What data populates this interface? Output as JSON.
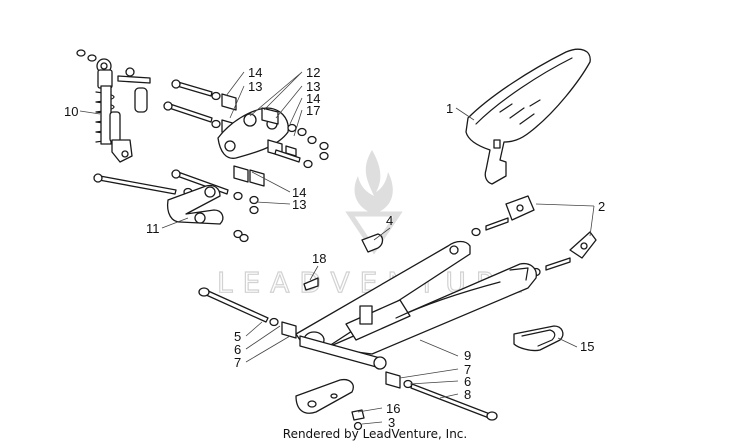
{
  "diagram": {
    "watermark_text": "LEADVENTURE",
    "footer": "Rendered by LeadVenture, Inc.",
    "colors": {
      "line": "#1a1a1a",
      "leader": "#444444",
      "watermark": "#d9d9d9"
    },
    "callouts": [
      {
        "id": "c-10",
        "label": "10"
      },
      {
        "id": "c-14a",
        "label": "14"
      },
      {
        "id": "c-13a",
        "label": "13"
      },
      {
        "id": "c-12",
        "label": "12"
      },
      {
        "id": "c-13b",
        "label": "13"
      },
      {
        "id": "c-14b",
        "label": "14"
      },
      {
        "id": "c-17",
        "label": "17"
      },
      {
        "id": "c-1",
        "label": "1"
      },
      {
        "id": "c-14c",
        "label": "14"
      },
      {
        "id": "c-13c",
        "label": "13"
      },
      {
        "id": "c-11",
        "label": "11"
      },
      {
        "id": "c-4",
        "label": "4"
      },
      {
        "id": "c-2",
        "label": "2"
      },
      {
        "id": "c-18",
        "label": "18"
      },
      {
        "id": "c-5",
        "label": "5"
      },
      {
        "id": "c-6a",
        "label": "6"
      },
      {
        "id": "c-7a",
        "label": "7"
      },
      {
        "id": "c-9",
        "label": "9"
      },
      {
        "id": "c-15",
        "label": "15"
      },
      {
        "id": "c-7b",
        "label": "7"
      },
      {
        "id": "c-6b",
        "label": "6"
      },
      {
        "id": "c-8",
        "label": "8"
      },
      {
        "id": "c-16",
        "label": "16"
      },
      {
        "id": "c-3",
        "label": "3"
      }
    ]
  }
}
